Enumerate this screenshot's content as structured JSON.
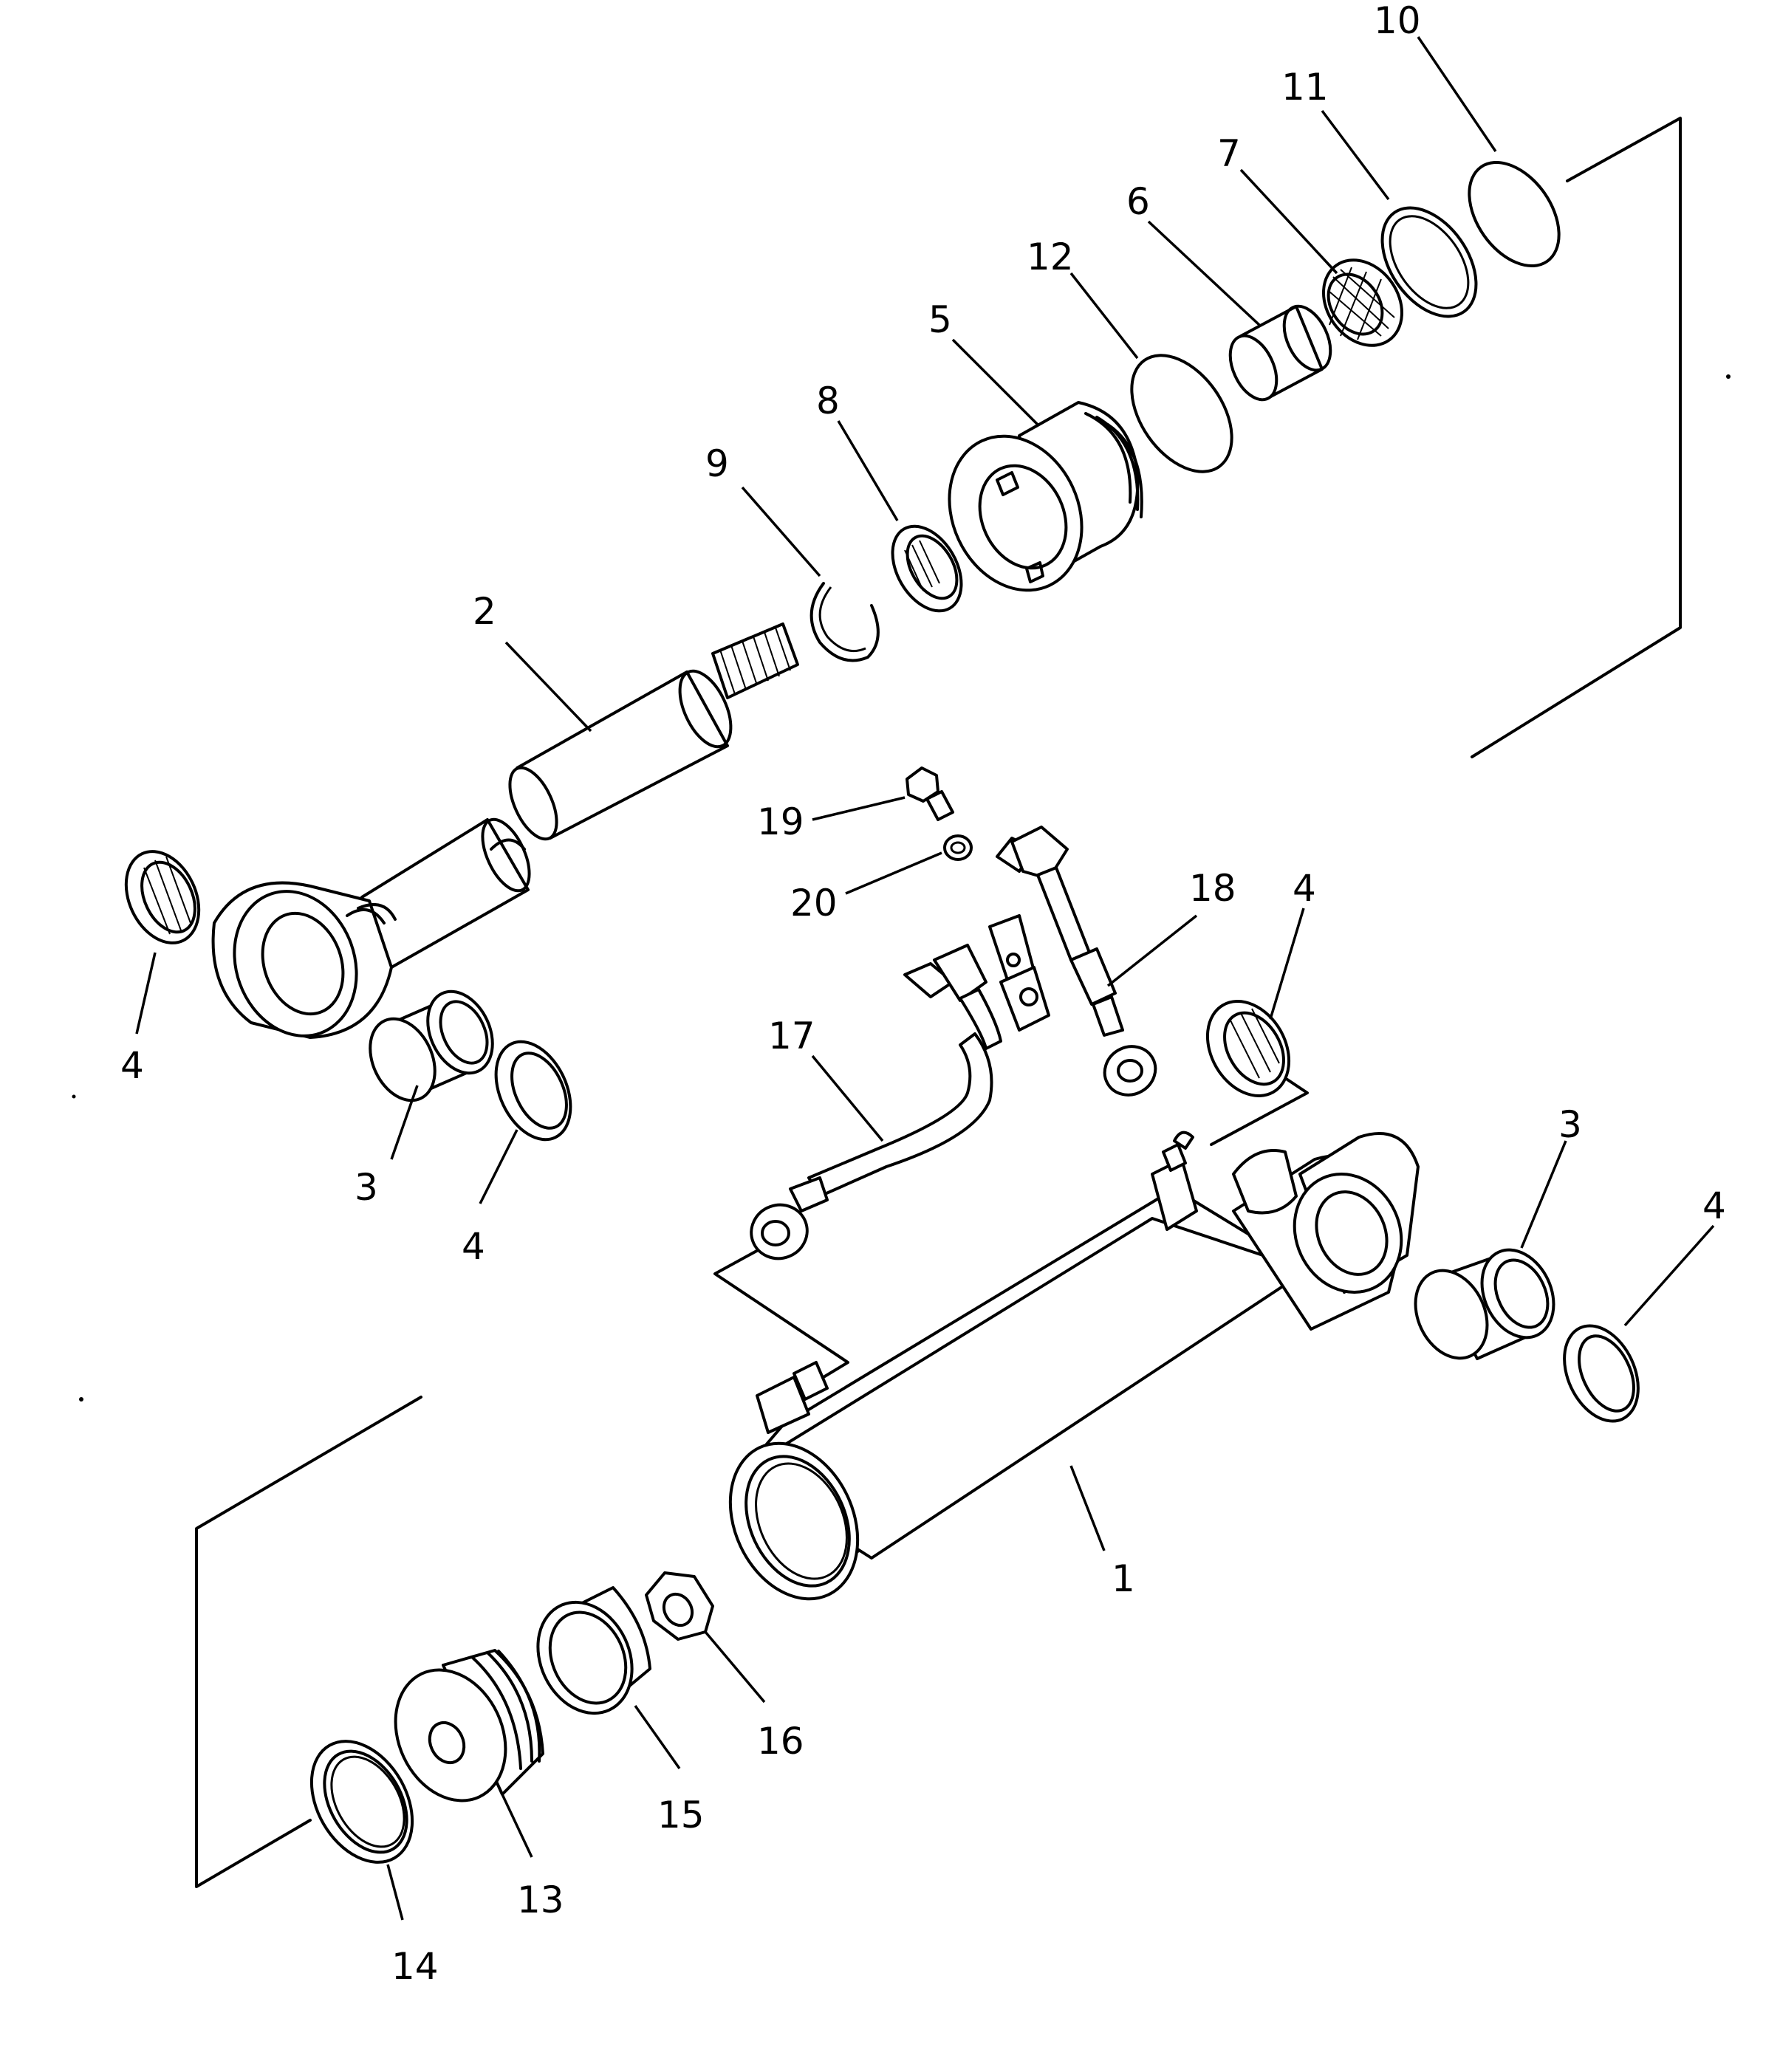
{
  "callouts": {
    "c1": "1",
    "c2": "2",
    "c3a": "3",
    "c3b": "3",
    "c4a": "4",
    "c4b": "4",
    "c4c": "4",
    "c4d": "4",
    "c5": "5",
    "c6": "6",
    "c7": "7",
    "c8": "8",
    "c9": "9",
    "c10": "10",
    "c11": "11",
    "c12": "12",
    "c13": "13",
    "c14": "14",
    "c15": "15",
    "c16": "16",
    "c17": "17",
    "c18": "18",
    "c19": "19",
    "c20": "20"
  },
  "parts": [
    {
      "number": "1",
      "icon": "cylinder-tube-icon"
    },
    {
      "number": "2",
      "icon": "piston-rod-icon"
    },
    {
      "number": "3",
      "icon": "bushing-icon"
    },
    {
      "number": "4",
      "icon": "dust-seal-icon"
    },
    {
      "number": "5",
      "icon": "cylinder-head-icon"
    },
    {
      "number": "6",
      "icon": "bushing-icon"
    },
    {
      "number": "7",
      "icon": "rod-packing-icon"
    },
    {
      "number": "8",
      "icon": "dust-seal-icon"
    },
    {
      "number": "9",
      "icon": "snap-ring-icon"
    },
    {
      "number": "10",
      "icon": "o-ring-icon"
    },
    {
      "number": "11",
      "icon": "backup-ring-icon"
    },
    {
      "number": "12",
      "icon": "o-ring-icon"
    },
    {
      "number": "13",
      "icon": "piston-icon"
    },
    {
      "number": "14",
      "icon": "piston-ring-icon"
    },
    {
      "number": "15",
      "icon": "wear-ring-icon"
    },
    {
      "number": "16",
      "icon": "nut-icon"
    },
    {
      "number": "17",
      "icon": "tube-icon"
    },
    {
      "number": "18",
      "icon": "tube-icon"
    },
    {
      "number": "19",
      "icon": "bolt-icon"
    },
    {
      "number": "20",
      "icon": "washer-icon"
    }
  ]
}
